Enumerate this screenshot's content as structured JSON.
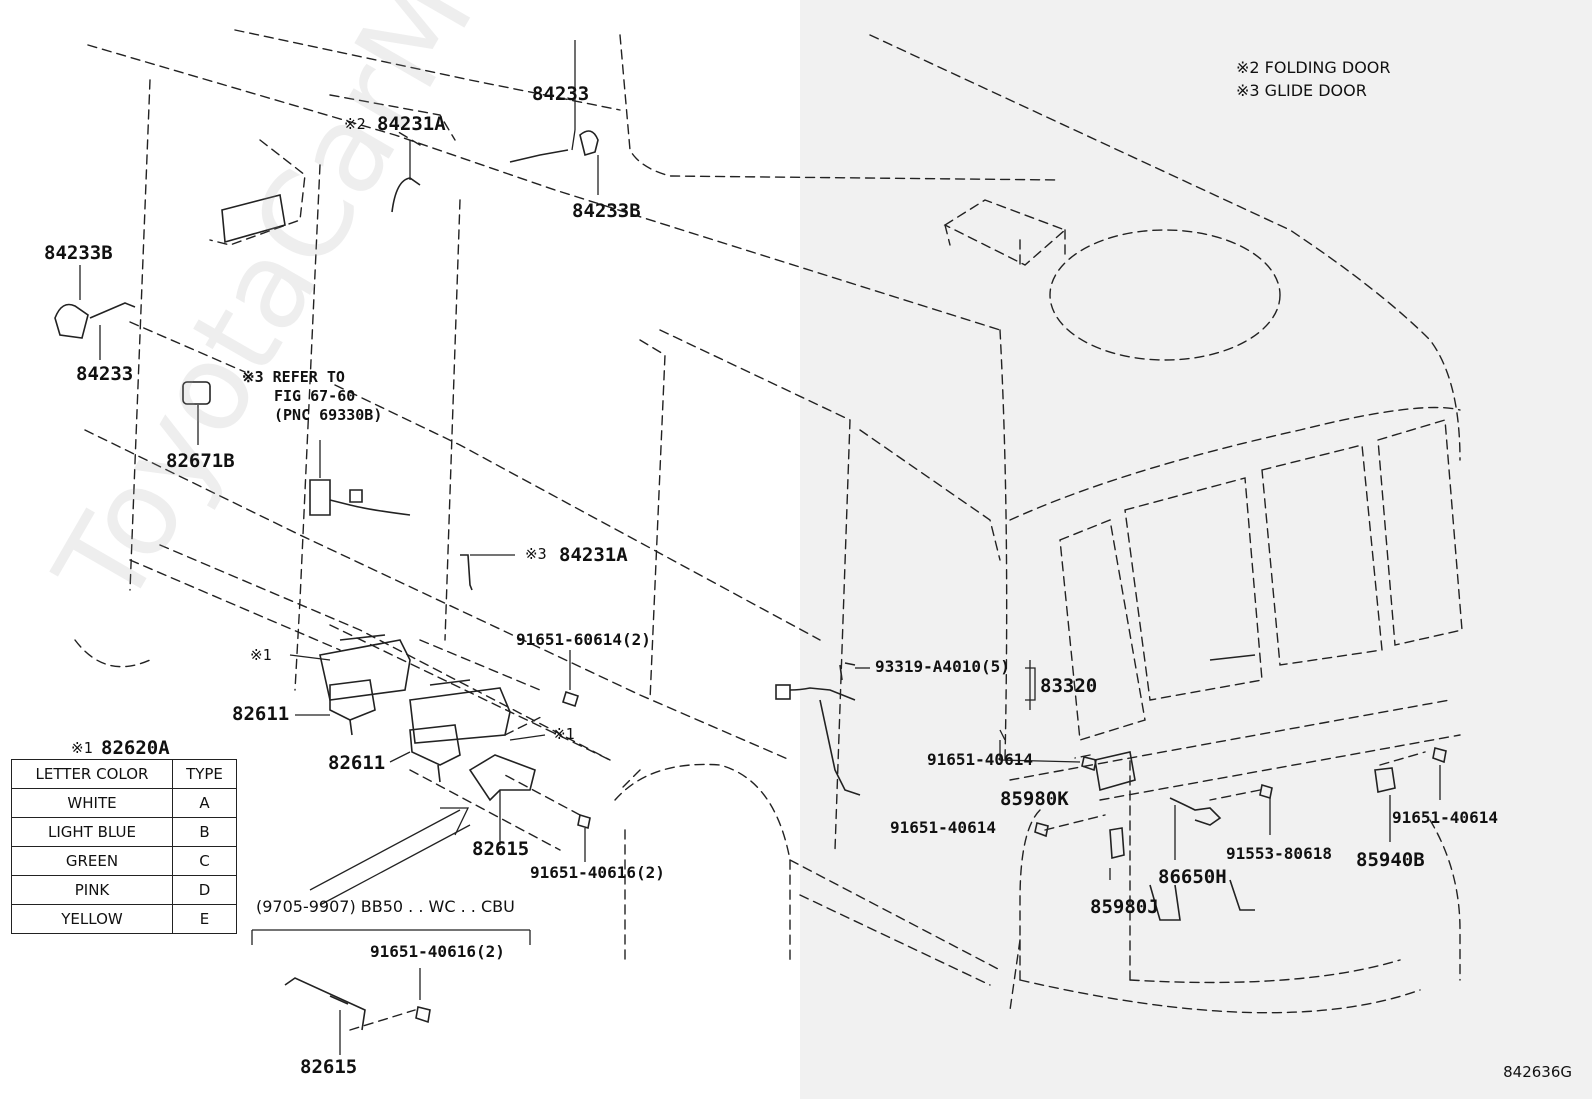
{
  "legend": {
    "note2": "※2 FOLDING DOOR",
    "note3": "※3 GLIDE DOOR"
  },
  "refer_note": {
    "line1": "※3 REFER TO",
    "line2": "FIG 67-60",
    "line3": "(PNC 69330B)"
  },
  "labels": {
    "p84233_top": "84233",
    "p84231A_top": "84231A",
    "p84231A_top_mark": "※2",
    "p84233B_top": "84233B",
    "p84233B_left": "84233B",
    "p84233_left": "84233",
    "p82671B": "82671B",
    "p84231A_mid": "84231A",
    "p84231A_mid_mark": "※3",
    "p91651_60614": "91651-60614(2)",
    "mark1_a": "※1",
    "mark1_b": "※1",
    "p82611_a": "82611",
    "p82611_b": "82611",
    "p82620A": "82620A",
    "p82620A_mark": "※1",
    "p82615_a": "82615",
    "p91651_40616_a": "91651-40616(2)",
    "p93319": "93319-A4010(5)",
    "p83320": "83320",
    "p91651_40614_a": "91651-40614",
    "p85980K": "85980K",
    "p91651_40614_b": "91651-40614",
    "p85980J": "85980J",
    "p86650H": "86650H",
    "p91553": "91553-80618",
    "p85940B": "85940B",
    "p91651_40614_c": "91651-40614",
    "variant": "(9705-9907) BB50 . . WC . . CBU",
    "p91651_40616_b": "91651-40616(2)",
    "p82615_b": "82615"
  },
  "color_table": {
    "headers": [
      "LETTER COLOR",
      "TYPE"
    ],
    "rows": [
      {
        "color": "WHITE",
        "type": "A"
      },
      {
        "color": "LIGHT BLUE",
        "type": "B"
      },
      {
        "color": "GREEN",
        "type": "C"
      },
      {
        "color": "PINK",
        "type": "D"
      },
      {
        "color": "YELLOW",
        "type": "E"
      }
    ]
  },
  "figure_code": "842636G",
  "watermark": "ToyotaCarMine.ru"
}
